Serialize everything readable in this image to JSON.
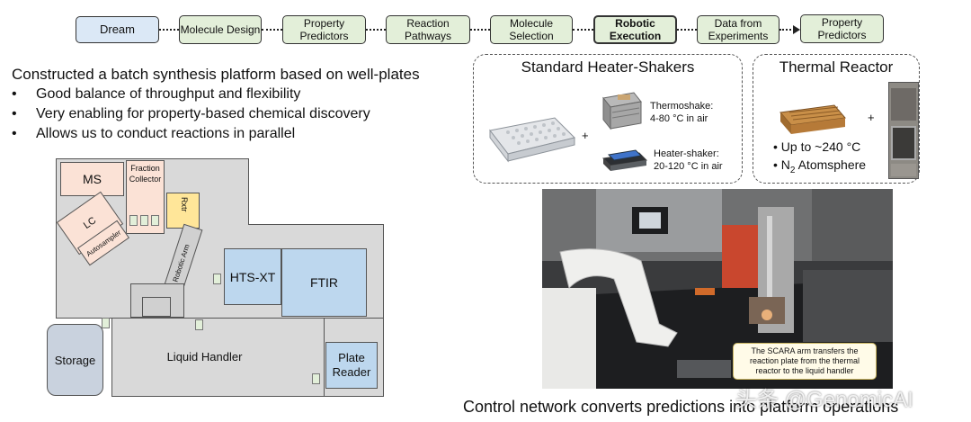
{
  "workflow": {
    "steps": [
      {
        "label": "Dream"
      },
      {
        "label": "Molecule Design"
      },
      {
        "label": "Property Predictors"
      },
      {
        "label": "Reaction Pathways"
      },
      {
        "label": "Molecule Selection"
      },
      {
        "label": "Robotic Execution"
      },
      {
        "label": "Data from Experiments"
      },
      {
        "label": "Property Predictors"
      }
    ]
  },
  "left": {
    "headline": "Constructed a batch synthesis platform based on well-plates",
    "bullets": [
      "Good balance of throughput and flexibility",
      "Very enabling for property-based chemical discovery",
      "Allows us to conduct reactions in parallel"
    ]
  },
  "floorplan": {
    "ms": "MS",
    "fraction_collector": "Fraction Collector",
    "rxtr": "Rxtr",
    "lc": "LC",
    "autosampler": "Autosampler",
    "robotic_arm": "Robotic Arm",
    "hts_xt": "HTS-XT",
    "ftir": "FTIR",
    "storage": "Storage",
    "liquid_handler": "Liquid Handler",
    "plate_reader": "Plate Reader"
  },
  "heater_shakers": {
    "title": "Standard Heater-Shakers",
    "plus": "+",
    "thermoshake": "Thermoshake: 4-80 °C in air",
    "heater_shaker": "Heater-shaker: 20-120 °C in air"
  },
  "thermal_reactor": {
    "title": "Thermal Reactor",
    "plus": "+",
    "bullet1": "• Up to ~240 °C",
    "bullet2_prefix": "• N",
    "bullet2_sub": "2",
    "bullet2_suffix": " Atomsphere"
  },
  "photo": {
    "caption": "The SCARA arm transfers the reaction plate from the thermal reactor to the liquid handler"
  },
  "bottom_caption": "Control network converts predictions into platform operations",
  "watermark": "头条 @GenomicAI",
  "colors": {
    "step_green": "#e3efd9",
    "step_blue": "#dbe8f6",
    "fp_gray": "#d9d9d9",
    "fp_pink": "#fbe2d6",
    "fp_blue": "#bdd7ee"
  }
}
